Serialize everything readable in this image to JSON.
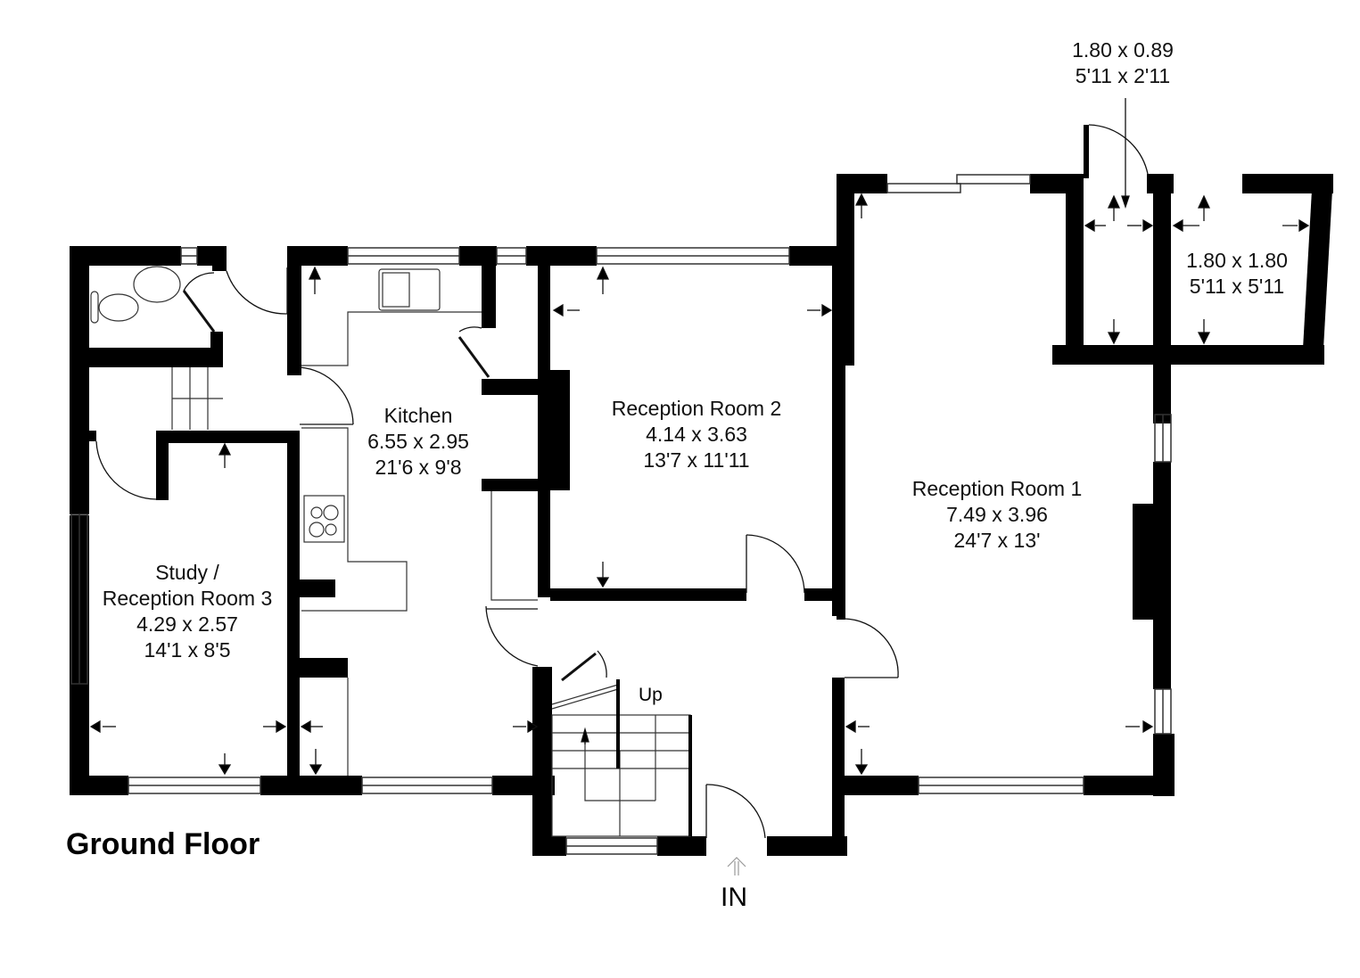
{
  "floor_title": "Ground Floor",
  "entrance_label": "IN",
  "stairs_label": "Up",
  "colors": {
    "wall": "#000000",
    "background": "#ffffff",
    "line": "#333333"
  },
  "rooms": [
    {
      "id": "kitchen",
      "name": "Kitchen",
      "metric": "6.55 x 2.95",
      "imperial": "21'6 x 9'8"
    },
    {
      "id": "reception-2",
      "name": "Reception Room 2",
      "metric": "4.14 x 3.63",
      "imperial": "13'7 x 11'11"
    },
    {
      "id": "reception-1",
      "name": "Reception Room 1",
      "metric": "7.49 x 3.96",
      "imperial": "24'7 x 13'"
    },
    {
      "id": "study",
      "name_line1": "Study /",
      "name_line2": "Reception Room 3",
      "metric": "4.29 x 2.57",
      "imperial": "14'1 x 8'5"
    },
    {
      "id": "store-small",
      "metric": "1.80 x 0.89",
      "imperial": "5'11 x 2'11"
    },
    {
      "id": "store-square",
      "metric": "1.80 x 1.80",
      "imperial": "5'11 x 5'11"
    }
  ]
}
